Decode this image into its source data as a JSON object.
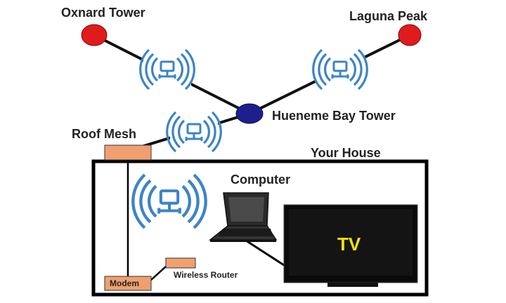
{
  "nodes": {
    "oxnard": {
      "label": "Oxnard Tower"
    },
    "laguna": {
      "label": "Laguna Peak"
    },
    "hueneme": {
      "label": "Hueneme Bay Tower"
    }
  },
  "labels": {
    "roof_mesh": "Roof Mesh",
    "your_house": "Your House",
    "computer": "Computer",
    "modem": "Modem",
    "wireless_router": "Wireless Router",
    "tv": "TV"
  },
  "colors": {
    "tower_red": "#e01b1b",
    "hub_navy": "#1c1f8c",
    "wifi_blue": "#3d84c6",
    "equipment_orange": "#f0a070",
    "tv_text": "#f5e300"
  },
  "icons": [
    "wireless-network-icon",
    "laptop-icon",
    "tv-icon"
  ]
}
